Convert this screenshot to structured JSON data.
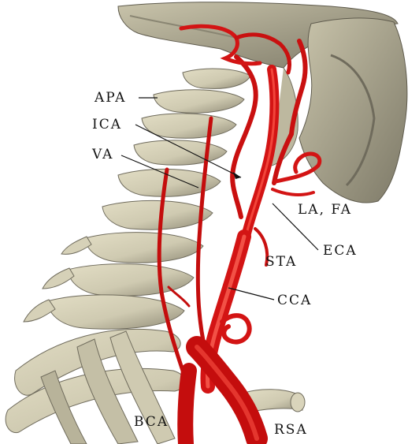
{
  "labels": {
    "apa": "APA",
    "ica": "ICA",
    "va": "VA",
    "la_fa": "LA, FA",
    "eca": "ECA",
    "sta": "STA",
    "cca": "CCA",
    "bca": "BCA",
    "rsa": "RSA"
  },
  "colors": {
    "bone": "#cfcab1",
    "bone_shade": "#a8a38c",
    "bone_dark": "#6f6b5c",
    "artery": "#d10f0f",
    "artery_dark": "#8e0606",
    "artery_light": "#ff5a4a",
    "leader": "#111111"
  }
}
